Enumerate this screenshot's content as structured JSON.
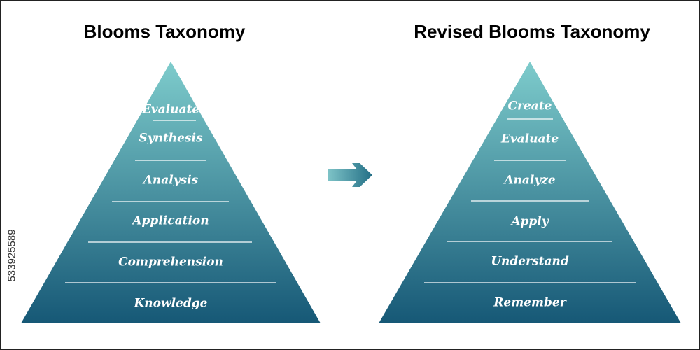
{
  "left_pyramid": {
    "title": "Blooms Taxonomy",
    "levels": [
      "Evaluate",
      "Synthesis",
      "Analysis",
      "Application",
      "Comprehension",
      "Knowledge"
    ]
  },
  "right_pyramid": {
    "title": "Revised Blooms Taxonomy",
    "levels": [
      "Create",
      "Evaluate",
      "Analyze",
      "Apply",
      "Understand",
      "Remember"
    ]
  },
  "arrow": {
    "icon": "right-arrow-icon",
    "color": "#2f7c8c"
  },
  "colors": {
    "pyramid_top": "#7ecccc",
    "pyramid_bottom": "#165876",
    "divider": "#ffffff"
  },
  "watermark": "533925589"
}
